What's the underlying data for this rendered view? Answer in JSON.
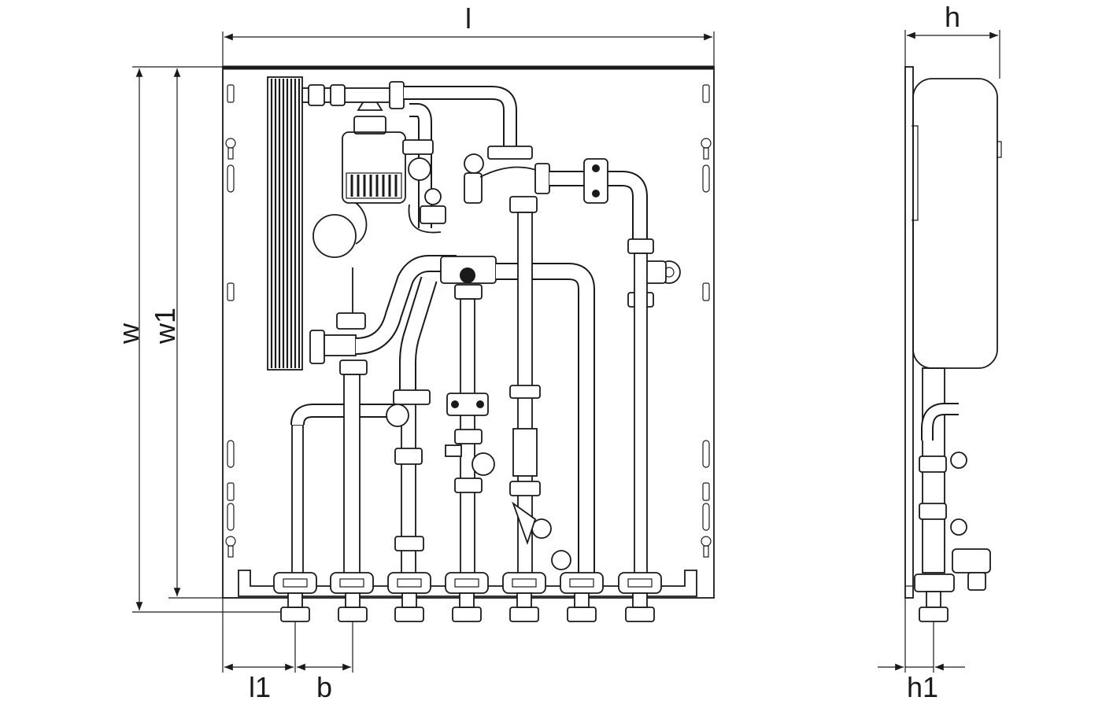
{
  "dimensions": {
    "length": "l",
    "width": "w",
    "width_inner": "w1",
    "offset_left": "l1",
    "spacing": "b",
    "height": "h",
    "height_offset": "h1"
  },
  "front_view": {
    "outlet_count": 7
  },
  "colors": {
    "line": "#1a1a1a",
    "background": "#ffffff"
  }
}
